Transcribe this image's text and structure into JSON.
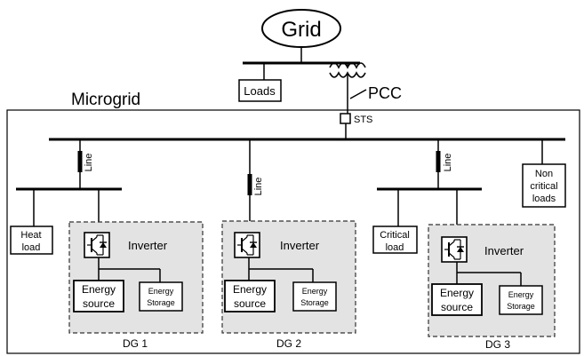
{
  "grid_label": "Grid",
  "loads_label": "Loads",
  "pcc_label": "PCC",
  "sts_label": "STS",
  "microgrid_title": "Microgrid",
  "noncritical_loads": [
    "Non",
    "critical",
    "loads"
  ],
  "line_label": "Line",
  "heat_load": [
    "Heat",
    "load"
  ],
  "critical_load": [
    "Critical",
    "load"
  ],
  "inverter_label": "Inverter",
  "energy_source": [
    "Energy",
    "source"
  ],
  "energy_storage": [
    "Energy",
    "Storage"
  ],
  "dg_units": [
    "DG 1",
    "DG 2",
    "DG 3"
  ]
}
